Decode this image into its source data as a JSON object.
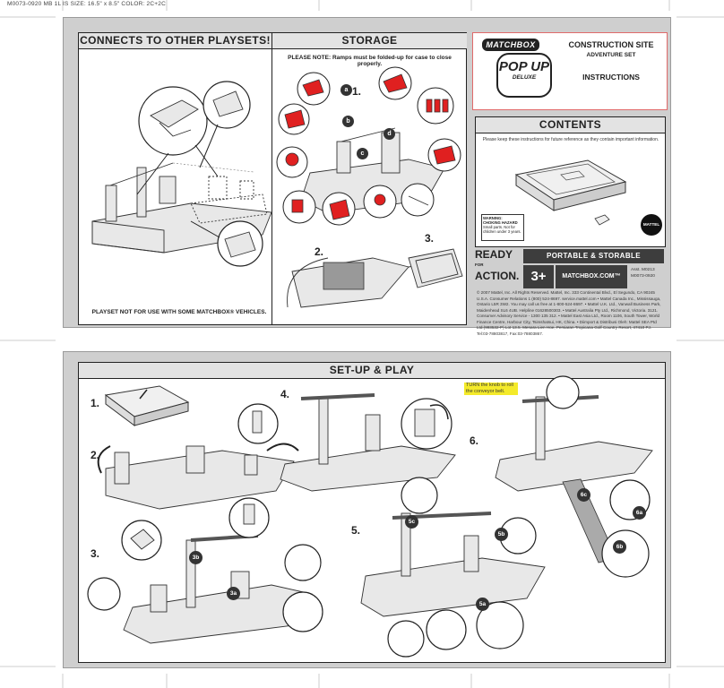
{
  "print_info": "M0073-0920     MB     1L     IS     SIZE: 16.5\" x 8.5\"     COLOR: 2C+2C",
  "connects": {
    "title": "CONNECTS TO OTHER PLAYSETS!",
    "footer_note": "PLAYSET NOT FOR USE WITH SOME MATCHBOX® VEHICLES."
  },
  "storage": {
    "title": "STORAGE",
    "note": "PLEASE NOTE: Ramps must be folded-up for case to close properly.",
    "steps": [
      "1.",
      "2.",
      "3."
    ],
    "labels": [
      "a",
      "b",
      "c",
      "d"
    ]
  },
  "brand": {
    "logo": "MATCHBOX",
    "popup": "POP UP",
    "popup_sub": "DELUXE",
    "product_title_1": "CONSTRUCTION SITE",
    "product_title_2": "ADVENTURE SET",
    "instructions": "INSTRUCTIONS"
  },
  "contents": {
    "title": "CONTENTS",
    "note": "Please keep these instructions for future reference as they contain important information.",
    "warning_title": "WARNING:",
    "warning_sub": "CHOKING HAZARD",
    "warning_text": "Small parts. Not for children under 3 years.",
    "mattel": "MATTEL"
  },
  "footer_bar": {
    "ready": "READY",
    "for": "FOR",
    "action": "ACTION.",
    "portable": "PORTABLE & STORABLE",
    "age": "3+",
    "site": "MATCHBOX.COM™",
    "asst": "Asst. M0213",
    "code": "M0073-0920"
  },
  "legal": "© 2007 Mattel, Inc. All Rights Reserved. Mattel, Inc. 333 Continental Blvd., El Segundo, CA 90245 U.S.A. Consumer Relations 1 (800) 524-8697. service.mattel.com • Mattel Canada Inc., Mississauga, Ontario L5R 3W2. You may call us free at 1-800-524-8697. • Mattel U.K. Ltd., Vanwall Business Park, Maidenhead SL6 4UB. Helpline 01628500303. • Mattel Australia Pty Ltd., Richmond, Victoria. 3121. Consumer Advisory Service - 1300 135 312. • Mattel East Asia Ltd., Room 1106, South Tower, World Finance Centre, Harbour City, Tsimshatsui, HK, China. • Diimport & Distribusi Oleh: Mattel SEA Ptd Ltd.(993532-P) Lot 13.5, Menara Lien Hoe, Persiaran Tropicana Golf Country Resort, 47410 PJ. Tel:03-78803817, Fax:03-78803867.",
  "setup": {
    "title": "SET-UP & PLAY",
    "steps": [
      "1.",
      "2.",
      "3.",
      "4.",
      "5.",
      "6."
    ],
    "callouts": [
      "3b",
      "3a",
      "5c",
      "5b",
      "5a",
      "6c",
      "6a",
      "6b"
    ],
    "note": "TURN the knob to roll the conveyor belt."
  }
}
